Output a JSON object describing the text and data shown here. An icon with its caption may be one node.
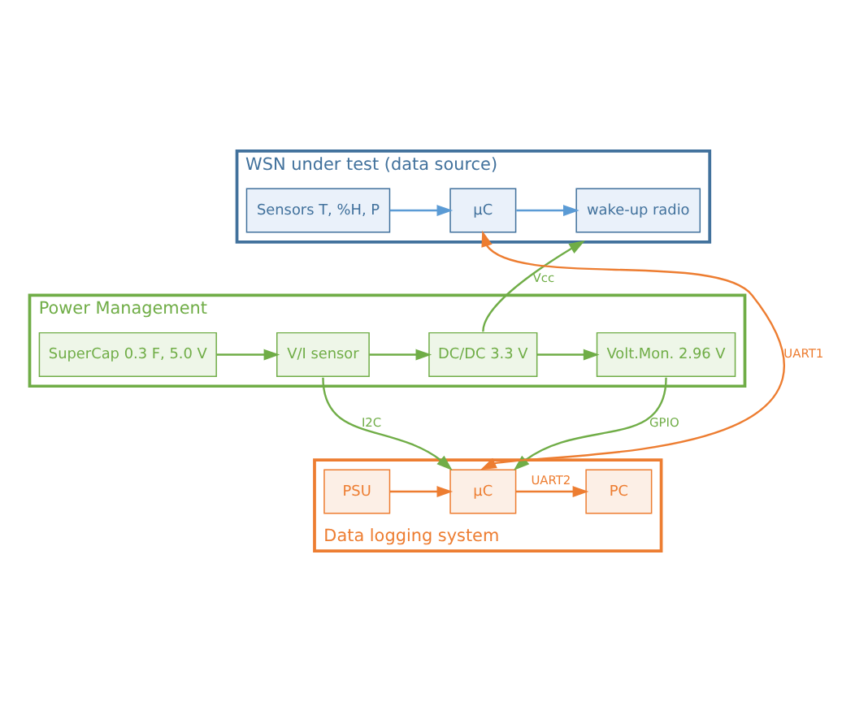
{
  "diagram": {
    "nodes": [
      {
        "text": [
          "WSN under test (data source)"
        ]
      },
      {
        "text": [
          "Sensors T, %H, P"
        ],
        "in": 0
      },
      {
        "text": [
          "μC"
        ],
        "in": 0
      },
      {
        "text": [
          "wake-up radio"
        ],
        "in": 0
      },
      {
        "text": [
          "Power Management"
        ]
      },
      {
        "text": [
          "SuperCap 0.3 F, 5.0 V"
        ],
        "in": 4
      },
      {
        "text": [
          "V/I sensor"
        ],
        "in": 4
      },
      {
        "text": [
          "DC/DC 3.3 V"
        ],
        "in": 4
      },
      {
        "text": [
          "Volt.Mon. 2.96 V"
        ],
        "in": 4
      },
      {
        "text": [
          "Data logging system"
        ]
      },
      {
        "text": [
          "PSU"
        ],
        "in": 9
      },
      {
        "text": [
          "μC"
        ],
        "in": 9
      },
      {
        "text": [
          "PC"
        ],
        "in": 9
      }
    ],
    "edges": [
      {
        "from": 1,
        "to": 2,
        "arrow": "to",
        "color": "#5b9bd5"
      },
      {
        "from": 2,
        "to": 3,
        "arrow": "to",
        "color": "#5b9bd5"
      },
      {
        "from": 11,
        "to": 2,
        "arrow": "both",
        "label": "UART1",
        "color": "#ed7d31"
      },
      {
        "from": 7,
        "to": 0,
        "arrow": "to",
        "label": "Vcc"
      },
      {
        "from": 5,
        "to": 6,
        "arrow": "to"
      },
      {
        "from": 6,
        "to": 7,
        "arrow": "to"
      },
      {
        "from": 7,
        "to": 8,
        "arrow": "to"
      },
      {
        "from": 6,
        "to": 11,
        "arrow": "to",
        "label": "I2C"
      },
      {
        "from": 8,
        "to": 11,
        "arrow": "to",
        "label": "GPIO"
      },
      {
        "from": 10,
        "to": 11,
        "arrow": "to",
        "color": "#ed7d31"
      },
      {
        "from": 11,
        "to": 12,
        "arrow": "to",
        "label": "UART2",
        "color": "#ed7d31"
      }
    ]
  }
}
